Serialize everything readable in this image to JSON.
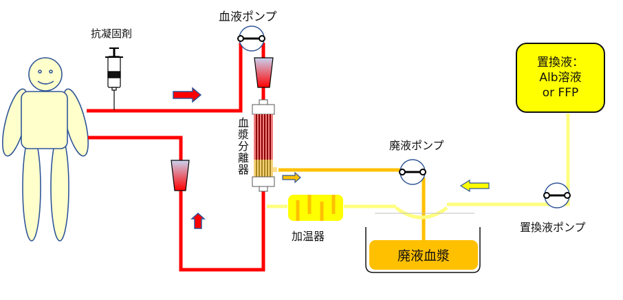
{
  "title": "血漿交換療法 回路図",
  "labels": {
    "anticoagulant": "抗凝固剤",
    "blood_pump": "血液ポンプ",
    "plasma_separator": "血漿分離器",
    "waste_pump": "廃液ポンプ",
    "warmer": "加温器",
    "waste_plasma": "廃液血漿",
    "replacement_pump": "置換液ポンプ",
    "replacement_fluid": {
      "line1": "置換液：",
      "line2": "Alb溶液",
      "line3": "or FFP"
    }
  },
  "colors": {
    "blood_line": "#ff0000",
    "plasma_line": "#ffc000",
    "replacement_line": "#ffff80",
    "supply_box": "#ffff00",
    "waste_container": "#ffc000",
    "patient_fill": "#ffffcc",
    "outline": "#2f5597"
  }
}
